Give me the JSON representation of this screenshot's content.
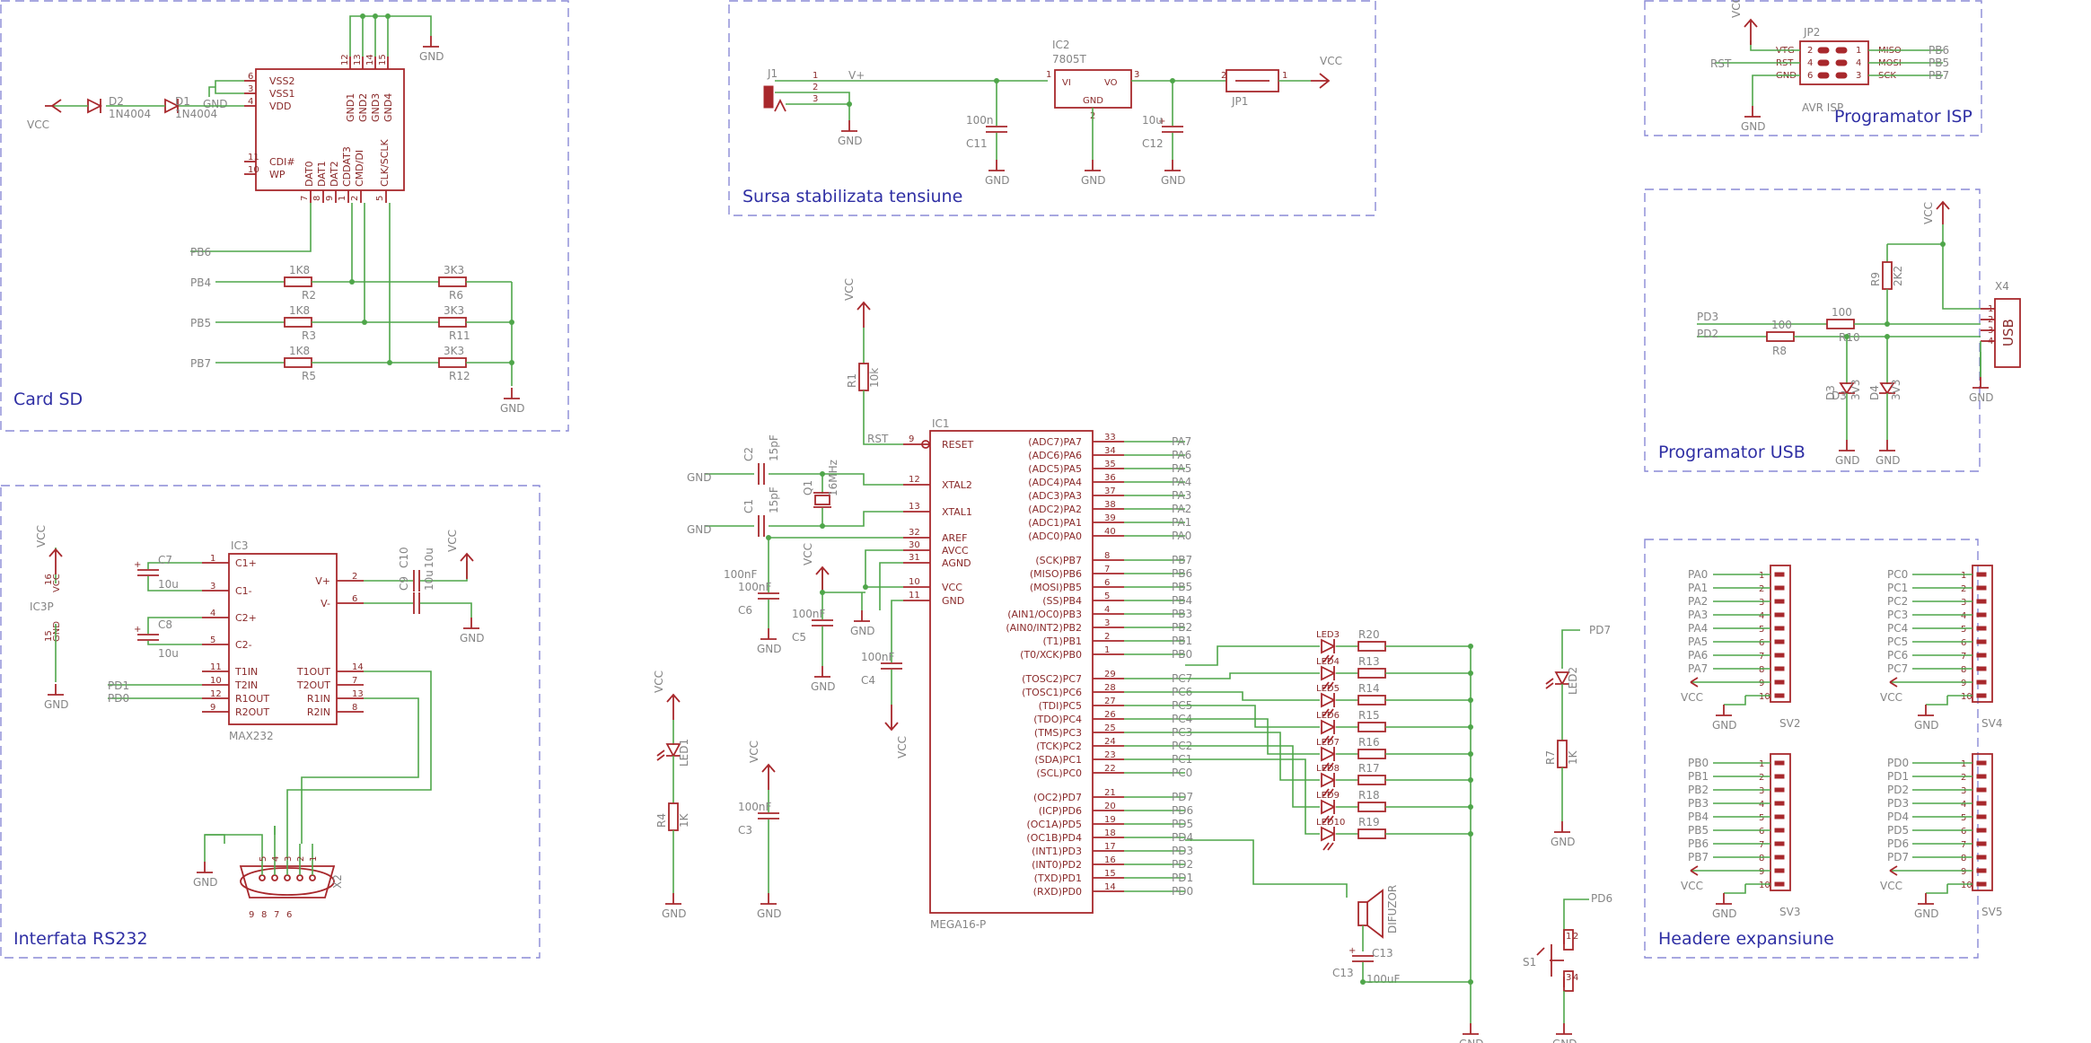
{
  "sections": {
    "card_sd": "Card SD",
    "sursa": "Sursa stabilizata tensiune",
    "isp": "Programator ISP",
    "usb": "Programator USB",
    "rs232": "Interfata RS232",
    "headere": "Headere expansiune"
  },
  "labels": {
    "vcc": "VCC",
    "gnd": "GND",
    "v_plus": "V+",
    "rst": "RST",
    "ic3p": "IC3P"
  },
  "card_sd": {
    "diodes": [
      {
        "ref": "D2",
        "part": "1N4004"
      },
      {
        "ref": "D1",
        "part": "1N4004"
      }
    ],
    "pins_left": [
      {
        "num": "6",
        "name": "VSS2"
      },
      {
        "num": "3",
        "name": "VSS1"
      },
      {
        "num": "4",
        "name": "VDD"
      },
      {
        "num": "11",
        "name": "CDI#"
      },
      {
        "num": "10",
        "name": "WP"
      }
    ],
    "pins_top": [
      {
        "num": "12",
        "name": "GND1"
      },
      {
        "num": "13",
        "name": "GND2"
      },
      {
        "num": "14",
        "name": "GND3"
      },
      {
        "num": "15",
        "name": "GND4"
      }
    ],
    "pins_bottom": [
      {
        "num": "7",
        "name": "DAT0"
      },
      {
        "num": "8",
        "name": "DAT1"
      },
      {
        "num": "9",
        "name": "DAT2"
      },
      {
        "num": "1",
        "name": "CDDAT3"
      },
      {
        "num": "2",
        "name": "CMD/DI"
      },
      {
        "num": "5",
        "name": "CLK/SCLK"
      }
    ],
    "nets": [
      "PB6",
      "PB4",
      "PB5",
      "PB7"
    ],
    "resistors": [
      {
        "ref": "R2",
        "val": "1K8"
      },
      {
        "ref": "R6",
        "val": "3K3"
      },
      {
        "ref": "R3",
        "val": "1K8"
      },
      {
        "ref": "R11",
        "val": "3K3"
      },
      {
        "ref": "R5",
        "val": "1K8"
      },
      {
        "ref": "R12",
        "val": "3K3"
      }
    ]
  },
  "sursa": {
    "j1": "J1",
    "j1_pins": [
      "1",
      "2",
      "3"
    ],
    "ic": "IC2",
    "ic_part": "7805T",
    "ic_pins": {
      "vi": "VI",
      "vo": "VO",
      "gnd": "GND",
      "p1": "1",
      "p2": "2",
      "p3": "3"
    },
    "c11": {
      "ref": "C11",
      "val": "100n"
    },
    "c12": {
      "ref": "C12",
      "val": "10u"
    },
    "jp1": "JP1",
    "jp1_pins": [
      "2",
      "1"
    ]
  },
  "isp": {
    "ref": "JP2",
    "name": "AVR ISP",
    "pins": [
      {
        "l": "VTG",
        "ln": "2",
        "rn": "1",
        "r": "MISO",
        "net": "PB6"
      },
      {
        "l": "RST",
        "ln": "4",
        "rn": "4",
        "r": "MOSI",
        "net": "PB5"
      },
      {
        "l": "GND",
        "ln": "6",
        "rn": "3",
        "r": "SCK",
        "net": "PB7"
      }
    ]
  },
  "usb": {
    "nets": [
      "PD3",
      "PD2"
    ],
    "r_left": {
      "ref": "R8",
      "val": "100"
    },
    "r_right": {
      "ref": "R10",
      "val": "100"
    },
    "r9": {
      "ref": "R9",
      "val": "2K2"
    },
    "d3": {
      "ref": "D3",
      "val": "3V3"
    },
    "d4": {
      "ref": "D4",
      "val": "3V3"
    },
    "conn": "X4",
    "conn_label": "USB",
    "pins": [
      "1",
      "2",
      "3",
      "4"
    ]
  },
  "mcu": {
    "ref": "IC1",
    "part": "MEGA16-P",
    "left_pins": [
      {
        "num": "9",
        "name": "RESET"
      },
      {
        "num": "12",
        "name": "XTAL2"
      },
      {
        "num": "13",
        "name": "XTAL1"
      },
      {
        "num": "32",
        "name": "AREF"
      },
      {
        "num": "30",
        "name": "AVCC"
      },
      {
        "num": "31",
        "name": "AGND"
      },
      {
        "num": "10",
        "name": "VCC"
      },
      {
        "num": "11",
        "name": "GND"
      }
    ],
    "right_pins": [
      {
        "num": "33",
        "name": "(ADC7)PA7",
        "net": "PA7"
      },
      {
        "num": "34",
        "name": "(ADC6)PA6",
        "net": "PA6"
      },
      {
        "num": "35",
        "name": "(ADC5)PA5",
        "net": "PA5"
      },
      {
        "num": "36",
        "name": "(ADC4)PA4",
        "net": "PA4"
      },
      {
        "num": "37",
        "name": "(ADC3)PA3",
        "net": "PA3"
      },
      {
        "num": "38",
        "name": "(ADC2)PA2",
        "net": "PA2"
      },
      {
        "num": "39",
        "name": "(ADC1)PA1",
        "net": "PA1"
      },
      {
        "num": "40",
        "name": "(ADC0)PA0",
        "net": "PA0"
      },
      {
        "num": "8",
        "name": "(SCK)PB7",
        "net": "PB7"
      },
      {
        "num": "7",
        "name": "(MISO)PB6",
        "net": "PB6"
      },
      {
        "num": "6",
        "name": "(MOSI)PB5",
        "net": "PB5"
      },
      {
        "num": "5",
        "name": "(SS)PB4",
        "net": "PB4"
      },
      {
        "num": "4",
        "name": "(AIN1/OC0)PB3",
        "net": "PB3"
      },
      {
        "num": "3",
        "name": "(AIN0/INT2)PB2",
        "net": "PB2"
      },
      {
        "num": "2",
        "name": "(T1)PB1",
        "net": "PB1"
      },
      {
        "num": "1",
        "name": "(T0/XCK)PB0",
        "net": "PB0"
      },
      {
        "num": "29",
        "name": "(TOSC2)PC7",
        "net": "PC7"
      },
      {
        "num": "28",
        "name": "(TOSC1)PC6",
        "net": "PC6"
      },
      {
        "num": "27",
        "name": "(TDI)PC5",
        "net": "PC5"
      },
      {
        "num": "26",
        "name": "(TDO)PC4",
        "net": "PC4"
      },
      {
        "num": "25",
        "name": "(TMS)PC3",
        "net": "PC3"
      },
      {
        "num": "24",
        "name": "(TCK)PC2",
        "net": "PC2"
      },
      {
        "num": "23",
        "name": "(SDA)PC1",
        "net": "PC1"
      },
      {
        "num": "22",
        "name": "(SCL)PC0",
        "net": "PC0"
      },
      {
        "num": "21",
        "name": "(OC2)PD7",
        "net": "PD7"
      },
      {
        "num": "20",
        "name": "(ICP)PD6",
        "net": "PD6"
      },
      {
        "num": "19",
        "name": "(OC1A)PD5",
        "net": "PD5"
      },
      {
        "num": "18",
        "name": "(OC1B)PD4",
        "net": "PD4"
      },
      {
        "num": "17",
        "name": "(INT1)PD3",
        "net": "PD3"
      },
      {
        "num": "16",
        "name": "(INT0)PD2",
        "net": "PD2"
      },
      {
        "num": "15",
        "name": "(TXD)PD1",
        "net": "PD1"
      },
      {
        "num": "14",
        "name": "(RXD)PD0",
        "net": "PD0"
      }
    ]
  },
  "mcu_support": {
    "r1": {
      "ref": "R1",
      "val": "10k"
    },
    "c2": {
      "ref": "C2",
      "val": "15pF"
    },
    "c1": {
      "ref": "C1",
      "val": "15pF"
    },
    "q1": {
      "ref": "Q1",
      "val": "16MHz"
    },
    "c6": {
      "ref": "C6",
      "val": "100nF"
    },
    "c5": {
      "ref": "C5",
      "val": "100nF"
    },
    "c4": {
      "ref": "C4",
      "val": "100nF"
    },
    "c3": {
      "ref": "C3",
      "val": "100nF"
    },
    "led1": "LED1",
    "r4": {
      "ref": "R4",
      "val": "1K"
    }
  },
  "leds": {
    "led_refs": [
      "LED3",
      "LED4",
      "LED5",
      "LED6",
      "LED7",
      "LED8",
      "LED9",
      "LED10"
    ],
    "res_refs": [
      "R20",
      "R13",
      "R14",
      "R15",
      "R16",
      "R17",
      "R18",
      "R19"
    ],
    "led2": "LED2",
    "r7": {
      "ref": "R7",
      "val": "1K"
    },
    "buzzer": "DIFUZOR",
    "c13": {
      "ref": "C13",
      "val": "100uF"
    },
    "s1": "S1",
    "s1_pins": [
      "1",
      "2",
      "3",
      "4"
    ]
  },
  "rs232": {
    "ref": "IC3",
    "part": "MAX232",
    "left_pins": [
      {
        "num": "1",
        "name": "C1+"
      },
      {
        "num": "3",
        "name": "C1-"
      },
      {
        "num": "4",
        "name": "C2+"
      },
      {
        "num": "5",
        "name": "C2-"
      },
      {
        "num": "11",
        "name": "T1IN"
      },
      {
        "num": "10",
        "name": "T2IN"
      },
      {
        "num": "12",
        "name": "R1OUT"
      },
      {
        "num": "9",
        "name": "R2OUT"
      }
    ],
    "right_pins": [
      {
        "num": "2",
        "name": "V+"
      },
      {
        "num": "6",
        "name": "V-"
      },
      {
        "num": "14",
        "name": "T1OUT"
      },
      {
        "num": "7",
        "name": "T2OUT"
      },
      {
        "num": "13",
        "name": "R1IN"
      },
      {
        "num": "8",
        "name": "R2IN"
      }
    ],
    "caps": [
      {
        "ref": "C7",
        "val": "10u"
      },
      {
        "ref": "C8",
        "val": "10u"
      },
      {
        "ref": "C10",
        "val": "10u"
      },
      {
        "ref": "C9",
        "val": "10u"
      }
    ],
    "ic3p_pins": [
      "16",
      "15"
    ],
    "ic3p_names": [
      "VCC",
      "GND"
    ],
    "nets": [
      "PD1",
      "PD0"
    ],
    "conn": "X2",
    "db9_pins_top": [
      "5",
      "4",
      "3",
      "2",
      "1"
    ],
    "db9_pins_bottom": [
      "9",
      "8",
      "7",
      "6"
    ]
  },
  "headers": [
    {
      "ref": "SV2",
      "nets": [
        "PA0",
        "PA1",
        "PA2",
        "PA3",
        "PA4",
        "PA5",
        "PA6",
        "PA7"
      ]
    },
    {
      "ref": "SV4",
      "nets": [
        "PC0",
        "PC1",
        "PC2",
        "PC3",
        "PC4",
        "PC5",
        "PC6",
        "PC7"
      ]
    },
    {
      "ref": "SV3",
      "nets": [
        "PB0",
        "PB1",
        "PB2",
        "PB3",
        "PB4",
        "PB5",
        "PB6",
        "PB7"
      ]
    },
    {
      "ref": "SV5",
      "nets": [
        "PD0",
        "PD1",
        "PD2",
        "PD3",
        "PD4",
        "PD5",
        "PD6",
        "PD7"
      ]
    }
  ],
  "header_pin_numbers": [
    "1",
    "2",
    "3",
    "4",
    "5",
    "6",
    "7",
    "8",
    "9",
    "10"
  ]
}
